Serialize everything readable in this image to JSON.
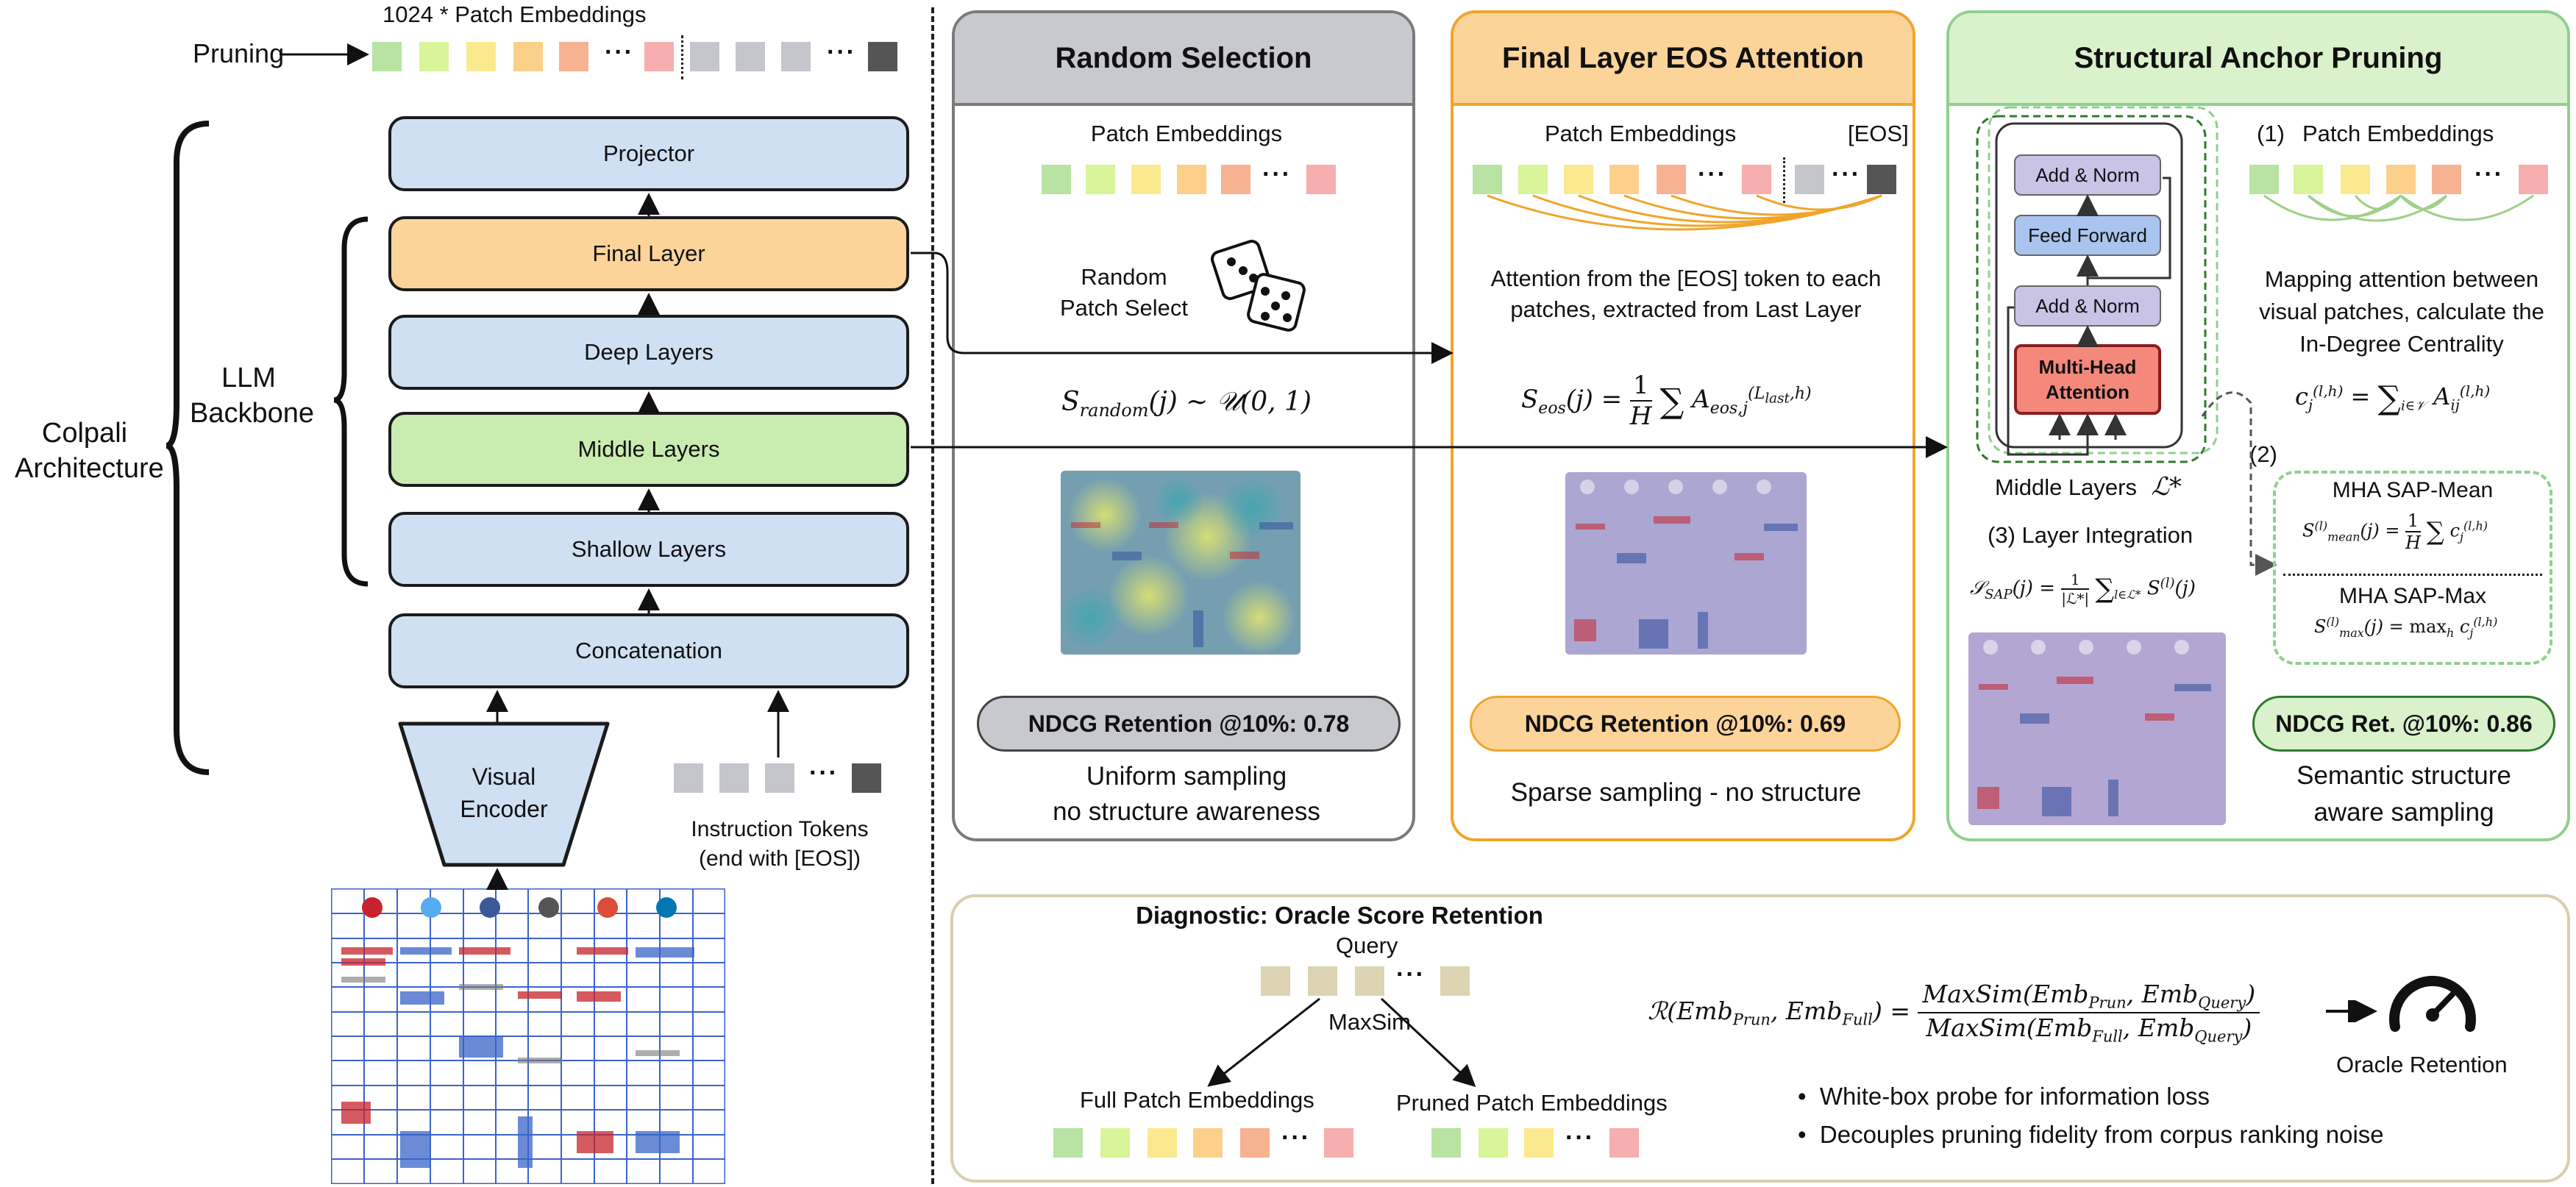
{
  "left": {
    "pruning_label": "Pruning",
    "patch_title": "1024 * Patch Embeddings",
    "colpali_line1": "Colpali",
    "colpali_line2": "Architecture",
    "llm_line1": "LLM",
    "llm_line2": "Backbone",
    "layers": {
      "projector": "Projector",
      "final": "Final Layer",
      "deep": "Deep Layers",
      "middle": "Middle Layers",
      "shallow": "Shallow Layers",
      "concat": "Concatenation"
    },
    "visual_encoder_1": "Visual",
    "visual_encoder_2": "Encoder",
    "instruction_1": "Instruction Tokens",
    "instruction_2": "(end with [EOS])"
  },
  "random": {
    "title": "Random Selection",
    "patch_label": "Patch Embeddings",
    "select_1": "Random",
    "select_2": "Patch Select",
    "ndcg": "NDCG Retention @10%: 0.78",
    "caption_1": "Uniform sampling",
    "caption_2": "no structure awareness"
  },
  "eos": {
    "title": "Final Layer EOS Attention",
    "patch_label": "Patch Embeddings",
    "eos_label": "[EOS]",
    "desc_1": "Attention from the [EOS] token to each",
    "desc_2": "patches, extracted from Last Layer",
    "ndcg": "NDCG Retention @10%: 0.69",
    "caption": "Sparse sampling - no structure"
  },
  "sap": {
    "title": "Structural Anchor Pruning",
    "add_norm": "Add & Norm",
    "feed_forward": "Feed Forward",
    "mha_1": "Multi-Head",
    "mha_2": "Attention",
    "step1": "(1)",
    "patch_label": "Patch Embeddings",
    "desc_1": "Mapping attention between",
    "desc_2": "visual patches, calculate the",
    "desc_3": "In-Degree Centrality",
    "step2": "(2)",
    "middle_layers": "Middle Layers",
    "layer_integration": "(3) Layer Integration",
    "mean_title": "MHA SAP-Mean",
    "max_title": "MHA SAP-Max",
    "ndcg": "NDCG Ret. @10%: 0.86",
    "caption_1": "Semantic structure",
    "caption_2": "aware sampling"
  },
  "diag": {
    "title": "Diagnostic: Oracle Score Retention",
    "query": "Query",
    "maxsim": "MaxSim",
    "full": "Full Patch Embeddings",
    "pruned": "Pruned Patch Embeddings",
    "oracle": "Oracle Retention",
    "bullet_1": "White-box probe for information loss",
    "bullet_2": "Decouples pruning fidelity from corpus ranking noise"
  },
  "colors": {
    "patch_green": "#b8e3a2",
    "patch_lime": "#d8f59a",
    "patch_yellow": "#fbe98f",
    "patch_orange": "#fbd08b",
    "patch_salmon": "#f6b291",
    "patch_pink": "#f7aeae",
    "token_gray": "#c4c6cc",
    "eos_dark": "#555555",
    "random_border": "#7a7a7a",
    "random_head": "#c7c9ce",
    "eos_border": "#f0a52a",
    "eos_head": "#fcd49a",
    "sap_border": "#8fd08f",
    "sap_head": "#d9f2cc",
    "diag_border": "#d8cfad"
  }
}
